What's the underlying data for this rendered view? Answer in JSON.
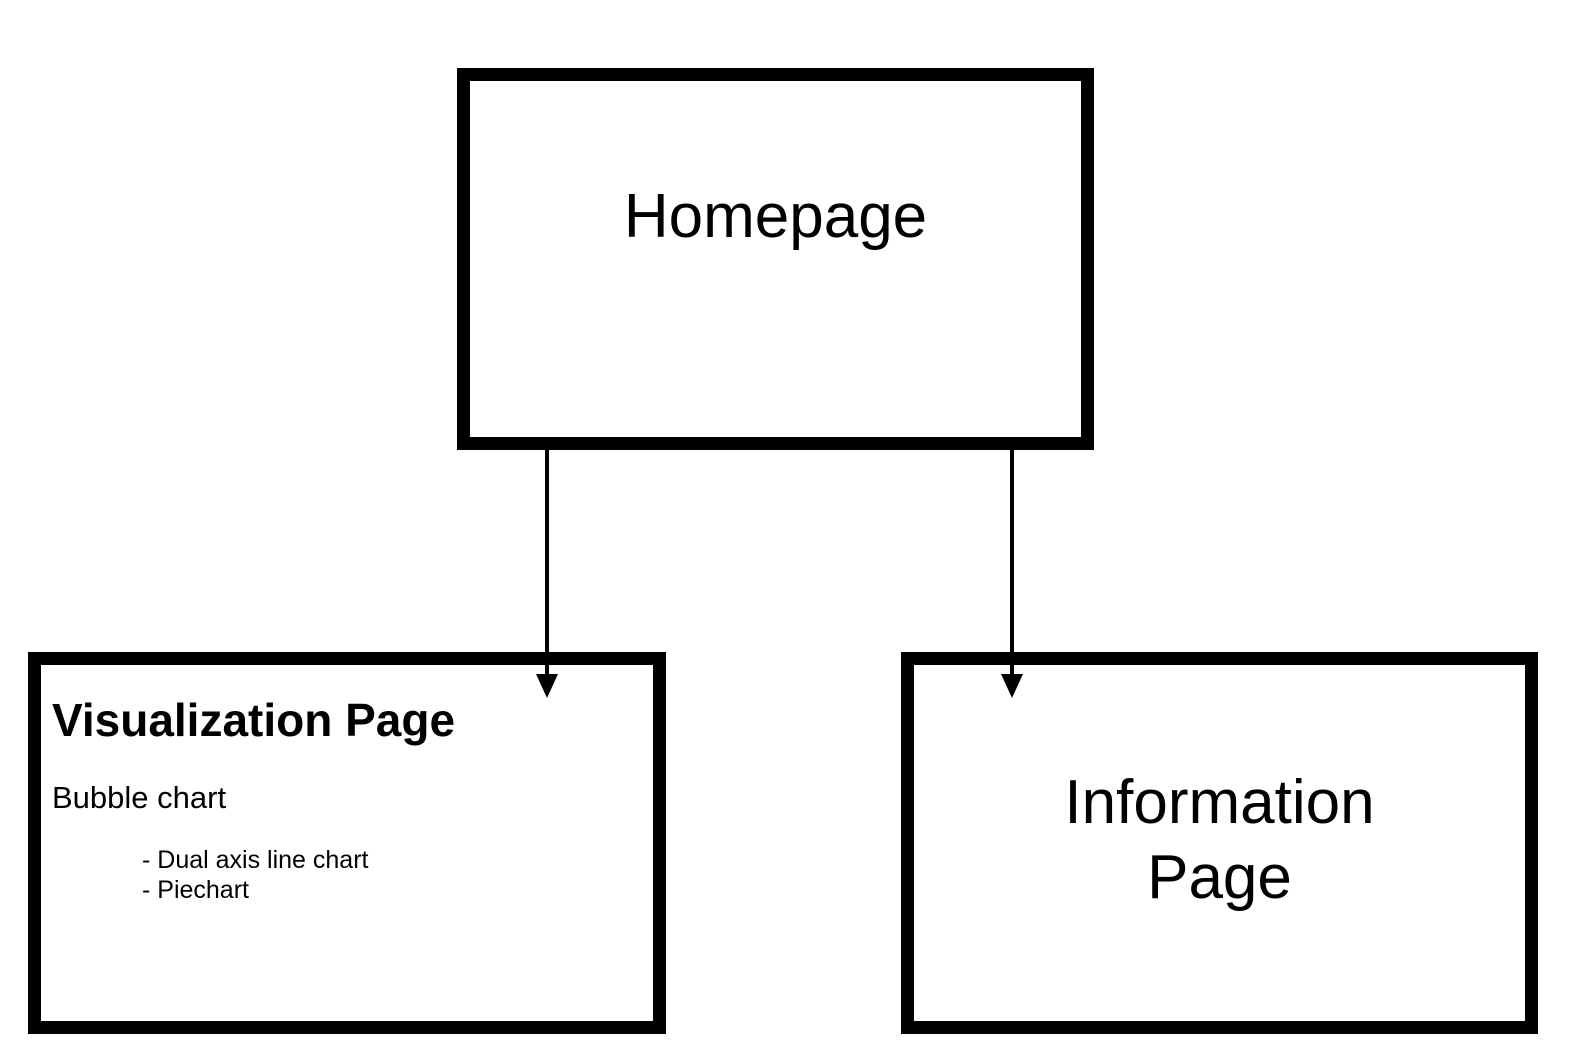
{
  "nodes": {
    "homepage": {
      "label": "Homepage"
    },
    "visualization": {
      "title": "Visualization Page",
      "subtitle": "Bubble chart",
      "items": [
        "- Dual axis line chart",
        "- Piechart"
      ]
    },
    "information": {
      "label_line1": "Information",
      "label_line2": "Page"
    }
  },
  "edges": [
    {
      "from": "Homepage",
      "to": "Visualization Page"
    },
    {
      "from": "Homepage",
      "to": "Information Page"
    }
  ],
  "colors": {
    "stroke": "#000000",
    "background": "#ffffff"
  }
}
